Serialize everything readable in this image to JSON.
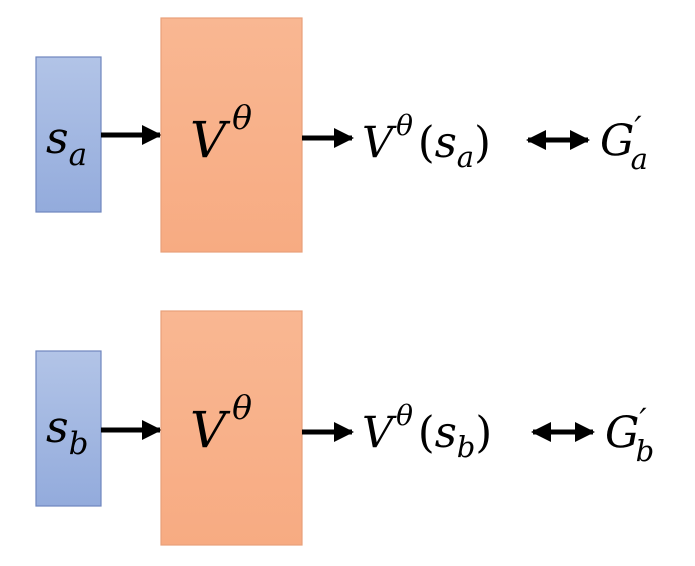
{
  "colors": {
    "state_fill": "#a7bce3",
    "state_stroke": "#6f86bd",
    "network_fill": "#f9b68f",
    "network_stroke": "#e8a07a",
    "arrow": "#000000",
    "text": "#000000"
  },
  "rows": [
    {
      "state": {
        "base": "s",
        "sub": "a"
      },
      "network": {
        "base": "V",
        "sup": "θ"
      },
      "output": {
        "base": "V",
        "sup": "θ",
        "open": "(",
        "arg_base": "s",
        "arg_sub": "a",
        "close": ")"
      },
      "target": {
        "base": "G",
        "prime": "′",
        "sub": "a"
      }
    },
    {
      "state": {
        "base": "s",
        "sub": "b"
      },
      "network": {
        "base": "V",
        "sup": "θ"
      },
      "output": {
        "base": "V",
        "sup": "θ",
        "open": "(",
        "arg_base": "s",
        "arg_sub": "b",
        "close": ")"
      },
      "target": {
        "base": "G",
        "prime": "′",
        "sub": "b"
      }
    }
  ]
}
